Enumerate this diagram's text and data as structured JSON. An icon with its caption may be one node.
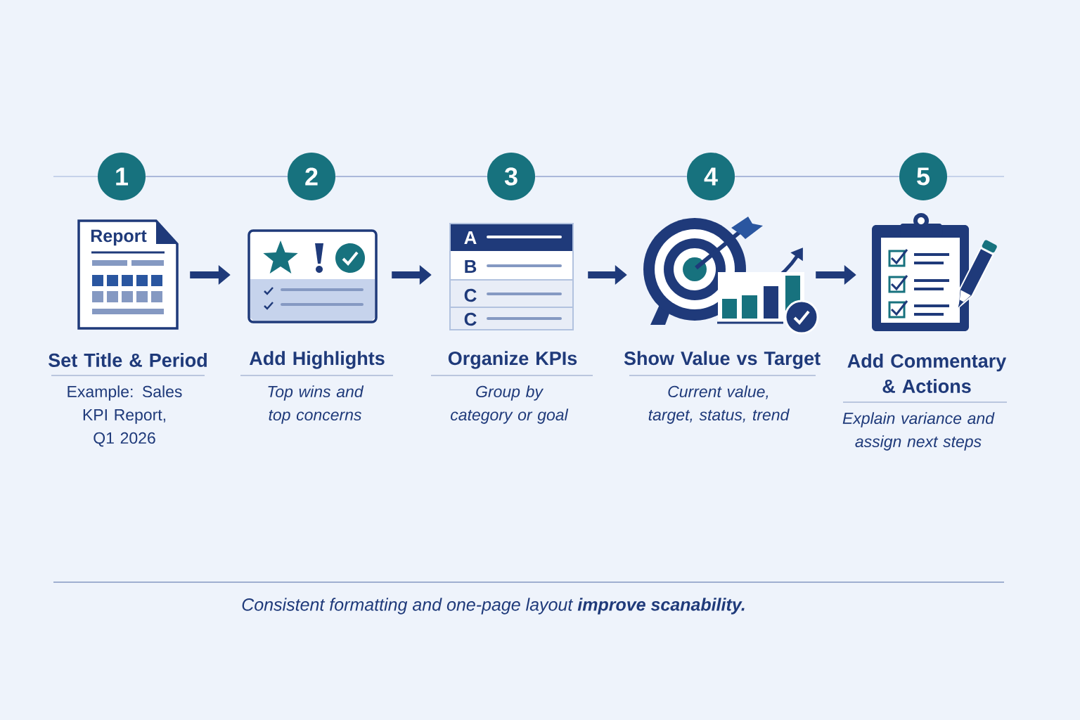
{
  "diagram": {
    "caption": "Consistent formatting and one-page layout **improve scanability.**",
    "nodes": [
      {
        "text": [
          "1"
        ]
      },
      {
        "text": [
          "2"
        ]
      },
      {
        "text": [
          "3"
        ]
      },
      {
        "text": [
          "4"
        ]
      },
      {
        "text": [
          "5"
        ]
      },
      {
        "text": [
          "Report"
        ],
        "beside": [
          "Set Title & Period",
          "Example: Sales KPI Report, Q1 2026"
        ]
      },
      {
        "text": [],
        "shape": "picture",
        "beside": [
          "Add Highlights",
          "Top wins and top concerns"
        ]
      },
      {
        "text": [
          "A",
          "B",
          "C",
          "C"
        ],
        "beside": [
          "Organize KPIs",
          "Group by category or goal"
        ]
      },
      {
        "text": [],
        "shape": "picture",
        "beside": [
          "Show Value vs Target",
          "Current value, target, status, trend"
        ]
      },
      {
        "text": [],
        "shape": "picture",
        "beside": [
          "Add Commentary & Actions",
          "Explain variance and assign next steps"
        ]
      }
    ],
    "edges": [
      {
        "from": 0,
        "to": 1,
        "arrow": "none",
        "color": "#93a5cf"
      },
      {
        "from": 1,
        "to": 2,
        "arrow": "none",
        "color": "#93a5cf"
      },
      {
        "from": 2,
        "to": 3,
        "arrow": "none",
        "color": "#93a5cf"
      },
      {
        "from": 3,
        "to": 4,
        "arrow": "none",
        "color": "#93a5cf"
      },
      {
        "from": 5,
        "to": 6,
        "arrow": "to",
        "style": "thick",
        "color": "#1f3a7a"
      },
      {
        "from": 6,
        "to": 7,
        "arrow": "to",
        "style": "thick",
        "color": "#1f3a7a"
      },
      {
        "from": 7,
        "to": 8,
        "arrow": "to",
        "style": "thick",
        "color": "#1f3a7a"
      },
      {
        "from": 8,
        "to": 9,
        "arrow": "to",
        "style": "thick",
        "color": "#1f3a7a"
      }
    ]
  }
}
